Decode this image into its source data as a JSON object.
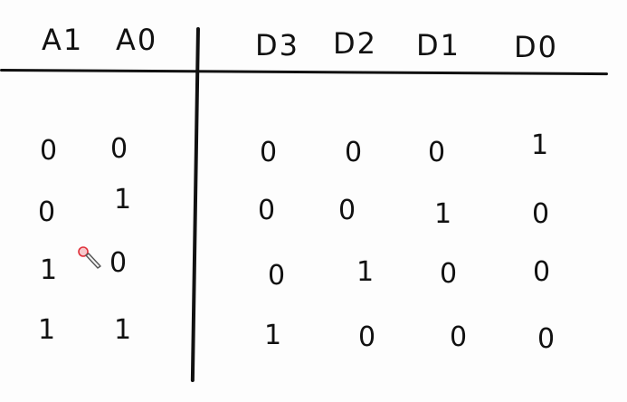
{
  "table": {
    "inputs": [
      "A1",
      "A0"
    ],
    "outputs": [
      "D3",
      "D2",
      "D1",
      "D0"
    ],
    "rows": [
      {
        "A1": "0",
        "A0": "0",
        "D3": "0",
        "D2": "0",
        "D1": "0",
        "D0": "1"
      },
      {
        "A1": "0",
        "A0": "1",
        "D3": "0",
        "D2": "0",
        "D1": "1",
        "D0": "0"
      },
      {
        "A1": "1",
        "A0": "0",
        "D3": "0",
        "D2": "1",
        "D1": "0",
        "D0": "0"
      },
      {
        "A1": "1",
        "A0": "1",
        "D3": "1",
        "D2": "0",
        "D1": "0",
        "D0": "0"
      }
    ]
  },
  "colors": {
    "ink": "#111111",
    "background": "#fdfdfd",
    "pointer_tip": "#e0303a"
  },
  "icons": {
    "pointer": "pen-pointer-icon"
  }
}
